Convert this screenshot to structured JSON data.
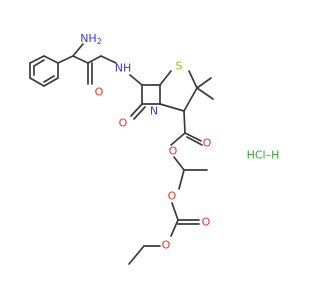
{
  "molecule": {
    "atoms": {
      "nh2": "NH",
      "nh2_sub": "2",
      "nh": "NH",
      "s": "S",
      "n": "N",
      "o_amide": "O",
      "o_lactam": "O",
      "o_ester_carbonyl": "O",
      "o_ester": "O",
      "o_carbonate_1": "O",
      "o_carbonate_carbonyl": "O",
      "o_carbonate_2": "O",
      "hcl": "HCl–H"
    },
    "colors": {
      "carbon": "#3a3a3a",
      "oxygen": "#e8322a",
      "nitrogen": "#3a3ad8",
      "sulfur": "#b8a800",
      "chlorine": "#2eaa2e"
    }
  }
}
